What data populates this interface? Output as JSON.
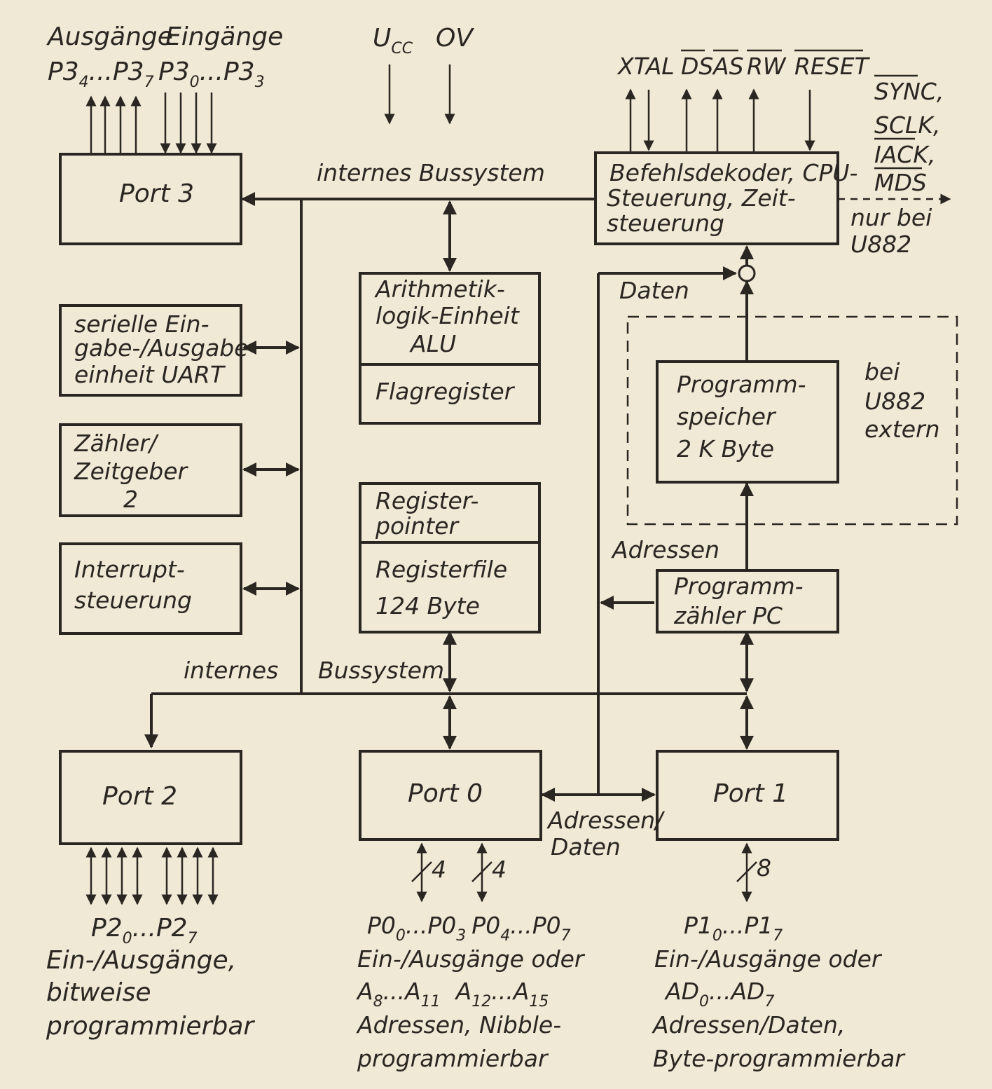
{
  "top_labels": {
    "ausgaenge": "Ausgänge",
    "eingaenge": "Eingänge",
    "p3_out": {
      "a": "P3",
      "a_sub": "4",
      "mid": "...",
      "b": "P3",
      "b_sub": "7"
    },
    "p3_in": {
      "a": "P3",
      "a_sub": "0",
      "mid": "...",
      "b": "P3",
      "b_sub": "3"
    },
    "ucc": "U",
    "ucc_sub": "CC",
    "ov": "OV",
    "xtal": "XTAL",
    "ds": "DS",
    "as": "AS",
    "rw": "RW",
    "reset": "RESET"
  },
  "side_signals": {
    "sync": "SYNC,",
    "sclk": "SCLK,",
    "iack": "IACK,",
    "mds": "MDS",
    "only_at_1": "nur bei",
    "only_at_2": "U882"
  },
  "bus": {
    "top_label": "internes  Bussystem",
    "bottom_label_1": "internes",
    "bottom_label_2": "Bussystem"
  },
  "blocks": {
    "port3": "Port 3",
    "uart": [
      "serielle Ein-",
      "gabe-/Ausgabe-",
      "einheit UART"
    ],
    "timer": [
      "Zähler/",
      "Zeitgeber",
      "2"
    ],
    "interrupt": [
      "Interrupt-",
      "steuerung"
    ],
    "alu": [
      "Arithmetik-",
      "logik-Einheit",
      "ALU"
    ],
    "flag": "Flagregister",
    "regptr": [
      "Register-",
      "pointer"
    ],
    "regfile": [
      "Registerfile",
      "124 Byte"
    ],
    "cpu": [
      "Befehlsdekoder, CPU-",
      "Steuerung, Zeit-",
      "steuerung"
    ],
    "progmem": [
      "Programm-",
      "speicher",
      "2 K Byte"
    ],
    "pc": [
      "Programm-",
      "zähler PC"
    ],
    "port2": "Port 2",
    "port0": "Port 0",
    "port1": "Port 1"
  },
  "annotations": {
    "daten": "Daten",
    "adressen": "Adressen",
    "extern": [
      "bei",
      "U882",
      "extern"
    ],
    "adressen_daten": [
      "Adressen/",
      "Daten"
    ],
    "p0_width_a": "4",
    "p0_width_b": "4",
    "p1_width": "8"
  },
  "bottom_labels": {
    "port2": {
      "pins": {
        "a": "P2",
        "a_sub": "0",
        "mid": "...",
        "b": "P2",
        "b_sub": "7"
      },
      "desc": [
        "Ein-/Ausgänge,",
        "bitweise",
        "programmierbar"
      ]
    },
    "port0": {
      "pins": {
        "a": "P0",
        "a_sub": "0",
        "mid": "...",
        "b": "P0",
        "b_sub": "3",
        "c": "P0",
        "c_sub": "4",
        "mid2": "...",
        "d": "P0",
        "d_sub": "7"
      },
      "desc1": "Ein-/Ausgänge oder",
      "addr": {
        "a": "A",
        "a_sub": "8",
        "mid": "...",
        "b": "A",
        "b_sub": "11",
        "c": "A",
        "c_sub": "12",
        "mid2": "...",
        "d": "A",
        "d_sub": "15"
      },
      "desc2": [
        "Adressen, Nibble-",
        "programmierbar"
      ]
    },
    "port1": {
      "pins": {
        "a": "P1",
        "a_sub": "0",
        "mid": "...",
        "b": "P1",
        "b_sub": "7"
      },
      "desc1": "Ein-/Ausgänge oder",
      "addr": {
        "a": "AD",
        "a_sub": "0",
        "mid": "...",
        "b": "AD",
        "b_sub": "7"
      },
      "desc2": [
        "Adressen/Daten,",
        "Byte-programmierbar"
      ]
    }
  }
}
